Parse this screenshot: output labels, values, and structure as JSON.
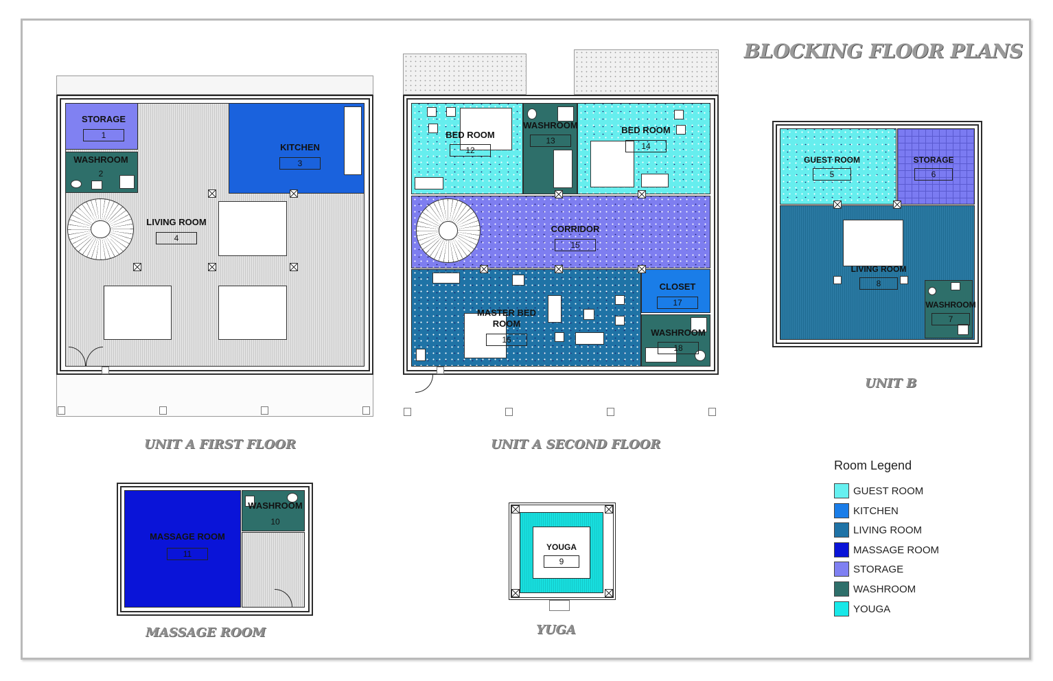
{
  "title": "BLOCKING FLOOR PLANS",
  "captions": {
    "unit_a_first": "UNIT A  FIRST FLOOR",
    "unit_a_second": "UNIT A SECOND FLOOR",
    "unit_b": "UNIT B",
    "massage": "MASSAGE  ROOM",
    "yuga": "YUGA"
  },
  "unit_a_first": {
    "storage": {
      "name": "STORAGE",
      "num": "1"
    },
    "washroom": {
      "name": "WASHROOM",
      "num": "2"
    },
    "kitchen": {
      "name": "KITCHEN",
      "num": "3"
    },
    "living": {
      "name": "LIVING ROOM",
      "num": "4"
    }
  },
  "unit_a_second": {
    "bed12": {
      "name": "BED ROOM",
      "num": "12"
    },
    "wash13": {
      "name": "WASHROOM",
      "num": "13"
    },
    "bed14": {
      "name": "BED ROOM",
      "num": "14"
    },
    "corridor": {
      "name": "CORRIDOR",
      "num": "15"
    },
    "master": {
      "name_line1": "MASTER BED",
      "name_line2": "ROOM",
      "num": "16"
    },
    "closet": {
      "name": "CLOSET",
      "num": "17"
    },
    "wash18": {
      "name": "WASHROOM",
      "num": "18"
    }
  },
  "unit_b": {
    "guest": {
      "name": "GUEST ROOM",
      "num": "5"
    },
    "storage": {
      "name": "STORAGE",
      "num": "6"
    },
    "living": {
      "name": "LIVING ROOM",
      "num": "8"
    },
    "washroom": {
      "name": "WASHROOM",
      "num": "7"
    }
  },
  "massage_plan": {
    "massage": {
      "name": "MASSAGE ROOM",
      "num": "11"
    },
    "washroom": {
      "name": "WASHROOM",
      "num": "10"
    }
  },
  "yuga_plan": {
    "youga": {
      "name": "YOUGA",
      "num": "9"
    }
  },
  "legend": {
    "title": "Room Legend",
    "items": [
      {
        "label": "GUEST ROOM",
        "color": "#66f0f0"
      },
      {
        "label": "KITCHEN",
        "color": "#1a7de8"
      },
      {
        "label": "LIVING ROOM",
        "color": "#1f73a6"
      },
      {
        "label": "MASSAGE ROOM",
        "color": "#0a14d8"
      },
      {
        "label": "STORAGE",
        "color": "#7f80f2"
      },
      {
        "label": "WASHROOM",
        "color": "#2e6f6a"
      },
      {
        "label": "YOUGA",
        "color": "#18e8e8"
      }
    ]
  },
  "colors": {
    "guest": "#66f0f0",
    "kitchen": "#1a62dd",
    "living": "#1f73a6",
    "massage": "#0a14d8",
    "storage": "#7f80f2",
    "washroom": "#2e6f6a",
    "youga": "#18e0e0",
    "corridor": "#7e7ef0"
  }
}
